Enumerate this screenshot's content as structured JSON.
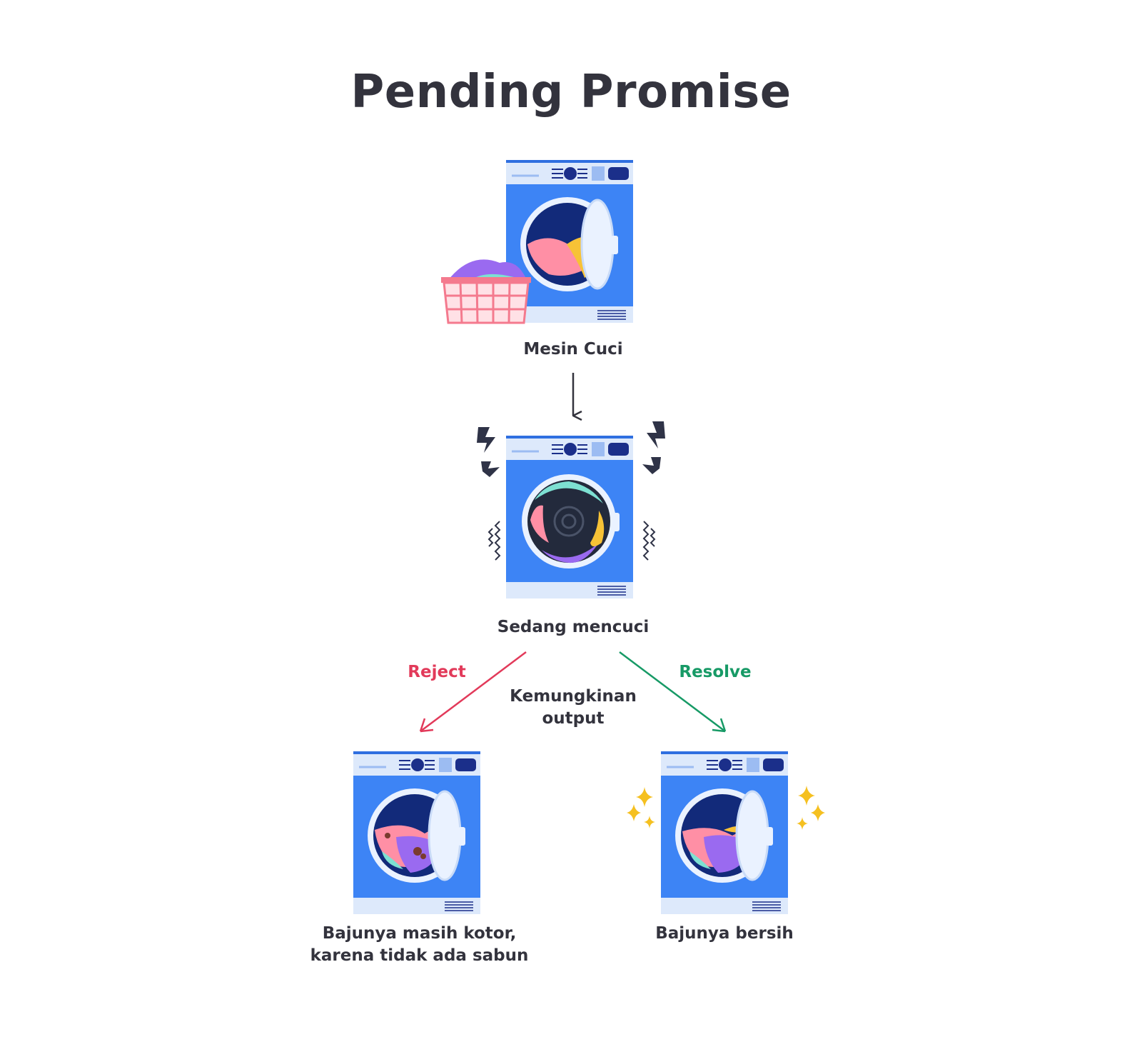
{
  "title": "Pending Promise",
  "nodes": {
    "start": {
      "label": "Mesin Cuci"
    },
    "pending": {
      "label": "Sedang mencuci"
    },
    "rejected": {
      "label_line1": "Bajunya masih kotor,",
      "label_line2": "karena tidak ada sabun"
    },
    "resolved": {
      "label": "Bajunya bersih"
    }
  },
  "edges": {
    "reject": {
      "label": "Reject"
    },
    "resolve": {
      "label": "Resolve"
    },
    "center_line1": "Kemungkinan",
    "center_line2": "output"
  },
  "colors": {
    "machine_blue": "#3d84f5",
    "panel": "#dde9fb",
    "knob": "#1b2f8a",
    "reject": "#e23a5a",
    "resolve": "#179a66",
    "text": "#33333d",
    "sparkle": "#f5c020",
    "basket": "#f47a8e"
  },
  "icons": [
    "washing-machine-icon",
    "laundry-basket-icon",
    "arrow-down-icon",
    "lightning-icon",
    "vibration-icon",
    "sparkle-icon"
  ]
}
